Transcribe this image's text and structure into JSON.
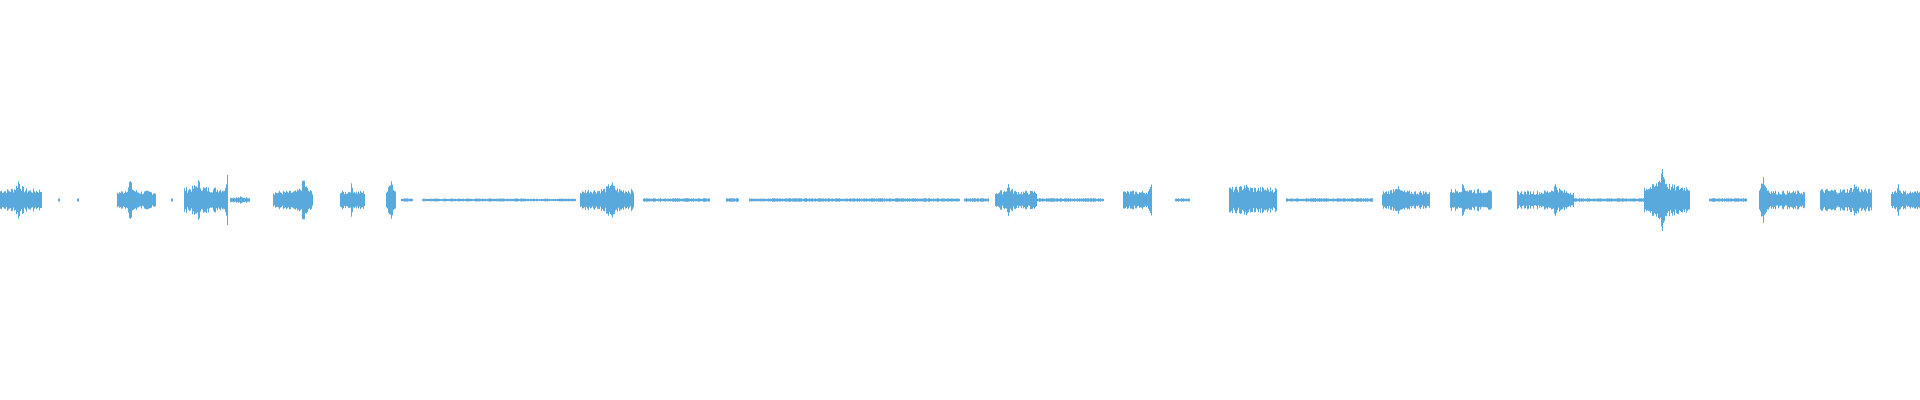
{
  "waveform": {
    "color": "#5aa9dd",
    "background": "#ffffff",
    "segments": [
      {
        "start": 0.0,
        "end": 0.022,
        "level": 0.06,
        "peak": 0.13,
        "peak_at": 0.0095
      },
      {
        "start": 0.03,
        "end": 0.031,
        "level": 0.01,
        "peak": 0.01,
        "peak_at": 0.0305
      },
      {
        "start": 0.04,
        "end": 0.041,
        "level": 0.01,
        "peak": 0.01,
        "peak_at": 0.0405
      },
      {
        "start": 0.061,
        "end": 0.081,
        "level": 0.05,
        "peak": 0.13,
        "peak_at": 0.0675
      },
      {
        "start": 0.089,
        "end": 0.09,
        "level": 0.01,
        "peak": 0.01,
        "peak_at": 0.0895
      },
      {
        "start": 0.096,
        "end": 0.118,
        "level": 0.07,
        "peak": 0.12,
        "peak_at": 0.103
      },
      {
        "start": 0.117,
        "end": 0.119,
        "level": 0.04,
        "peak": 0.2,
        "peak_at": 0.118
      },
      {
        "start": 0.12,
        "end": 0.13,
        "level": 0.015,
        "peak": 0.02,
        "peak_at": 0.125
      },
      {
        "start": 0.142,
        "end": 0.163,
        "level": 0.05,
        "peak": 0.14,
        "peak_at": 0.158
      },
      {
        "start": 0.177,
        "end": 0.19,
        "level": 0.05,
        "peak": 0.1,
        "peak_at": 0.183
      },
      {
        "start": 0.201,
        "end": 0.206,
        "level": 0.05,
        "peak": 0.18,
        "peak_at": 0.2035
      },
      {
        "start": 0.209,
        "end": 0.215,
        "level": 0.01,
        "peak": 0.01,
        "peak_at": 0.212
      },
      {
        "start": 0.22,
        "end": 0.3,
        "level": 0.008,
        "peak": 0.01,
        "peak_at": 0.26
      },
      {
        "start": 0.302,
        "end": 0.304,
        "level": 0.05,
        "peak": 0.42,
        "peak_at": 0.3085
      },
      {
        "start": 0.304,
        "end": 0.33,
        "level": 0.06,
        "peak": 0.12,
        "peak_at": 0.318
      },
      {
        "start": 0.335,
        "end": 0.37,
        "level": 0.01,
        "peak": 0.01,
        "peak_at": 0.35
      },
      {
        "start": 0.378,
        "end": 0.385,
        "level": 0.01,
        "peak": 0.01,
        "peak_at": 0.38
      },
      {
        "start": 0.39,
        "end": 0.5,
        "level": 0.01,
        "peak": 0.01,
        "peak_at": 0.45
      },
      {
        "start": 0.502,
        "end": 0.515,
        "level": 0.01,
        "peak": 0.01,
        "peak_at": 0.508
      },
      {
        "start": 0.518,
        "end": 0.54,
        "level": 0.05,
        "peak": 0.1,
        "peak_at": 0.525
      },
      {
        "start": 0.54,
        "end": 0.575,
        "level": 0.01,
        "peak": 0.01,
        "peak_at": 0.56
      },
      {
        "start": 0.585,
        "end": 0.6,
        "level": 0.05,
        "peak": 0.12,
        "peak_at": 0.6
      },
      {
        "start": 0.612,
        "end": 0.62,
        "level": 0.01,
        "peak": 0.01,
        "peak_at": 0.615
      },
      {
        "start": 0.64,
        "end": 0.665,
        "level": 0.07,
        "peak": 0.1,
        "peak_at": 0.648
      },
      {
        "start": 0.67,
        "end": 0.715,
        "level": 0.01,
        "peak": 0.01,
        "peak_at": 0.69
      },
      {
        "start": 0.72,
        "end": 0.745,
        "level": 0.05,
        "peak": 0.1,
        "peak_at": 0.727
      },
      {
        "start": 0.755,
        "end": 0.775,
        "level": 0.06,
        "peak": 0.1,
        "peak_at": 0.762
      },
      {
        "start": 0.775,
        "end": 0.777,
        "level": 0.05,
        "peak": 0.26,
        "peak_at": 0.7715
      },
      {
        "start": 0.79,
        "end": 0.82,
        "level": 0.05,
        "peak": 0.1,
        "peak_at": 0.81
      },
      {
        "start": 0.82,
        "end": 0.86,
        "level": 0.01,
        "peak": 0.01,
        "peak_at": 0.84
      },
      {
        "start": 0.856,
        "end": 0.88,
        "level": 0.08,
        "peak": 0.22,
        "peak_at": 0.8655
      },
      {
        "start": 0.89,
        "end": 0.91,
        "level": 0.01,
        "peak": 0.01,
        "peak_at": 0.9
      },
      {
        "start": 0.916,
        "end": 0.94,
        "level": 0.05,
        "peak": 0.16,
        "peak_at": 0.918
      },
      {
        "start": 0.948,
        "end": 0.975,
        "level": 0.06,
        "peak": 0.1,
        "peak_at": 0.966
      },
      {
        "start": 0.985,
        "end": 1.0,
        "level": 0.05,
        "peak": 0.1,
        "peak_at": 0.9885
      }
    ]
  }
}
